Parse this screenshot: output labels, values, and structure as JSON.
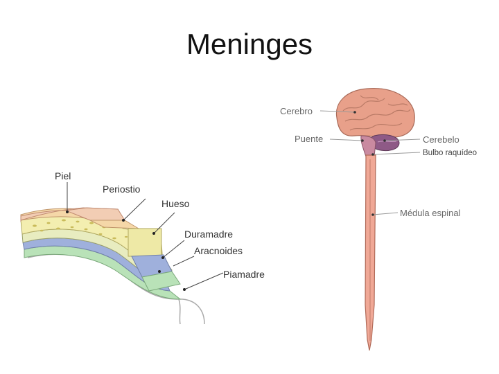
{
  "slide": {
    "title": "Meninges"
  },
  "layers_labels": {
    "piel": "Piel",
    "periostio": "Periostio",
    "hueso": "Hueso",
    "duramadre": "Duramadre",
    "aracnoides": "Aracnoides",
    "piamadre": "Piamadre"
  },
  "cns_labels": {
    "cerebro": "Cerebro",
    "puente": "Puente",
    "cerebelo": "Cerebelo",
    "bulbo": "Bulbo raquídeo",
    "medula": "Médula espinal"
  },
  "colors": {
    "skin": "#f2cdb4",
    "periosteum": "#f5d7a8",
    "bone": "#f3eeb0",
    "dura": "#e8ecc0",
    "arachnoid": "#9fb0dc",
    "pia": "#b9e2b8",
    "brain": "#e8a08a",
    "cerebellum": "#8e5a86",
    "cord": "#f0a896"
  }
}
